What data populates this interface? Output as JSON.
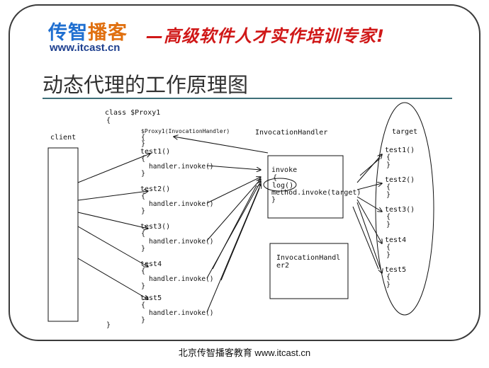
{
  "header": {
    "logo_part1": "传智",
    "logo_part2": "播客",
    "logo_url": "www.itcast.cn",
    "slogan": "—高级软件人才实作培训专家!"
  },
  "title": "动态代理的工作原理图",
  "diagram": {
    "client_label": "client",
    "proxy_class": "class $Proxy1",
    "brace_open": "{",
    "brace_close": "}",
    "constructor": "$Proxy1(InvocationHandler)",
    "methods": [
      {
        "name": "test1()",
        "call": "handler.invoke()"
      },
      {
        "name": "test2()",
        "call": "handler.invoke()"
      },
      {
        "name": "test3()",
        "call": "handler.invoke()"
      },
      {
        "name": "test4",
        "call": "handler.invoke()"
      },
      {
        "name": "test5",
        "call": "handler.invoke()"
      }
    ],
    "handler_title": "InvocationHandler",
    "handler_box": {
      "line1": "invoke",
      "line2": "{",
      "line3": "log()",
      "line4": "method.invoke(target)",
      "line5": "}"
    },
    "handler2_line1": "InvocationHandl",
    "handler2_line2": "er2",
    "target_label": "target",
    "target_methods": [
      "test1()",
      "test2()",
      "test3()",
      "test4",
      "test5"
    ]
  },
  "footer": "北京传智播客教育 www.itcast.cn"
}
